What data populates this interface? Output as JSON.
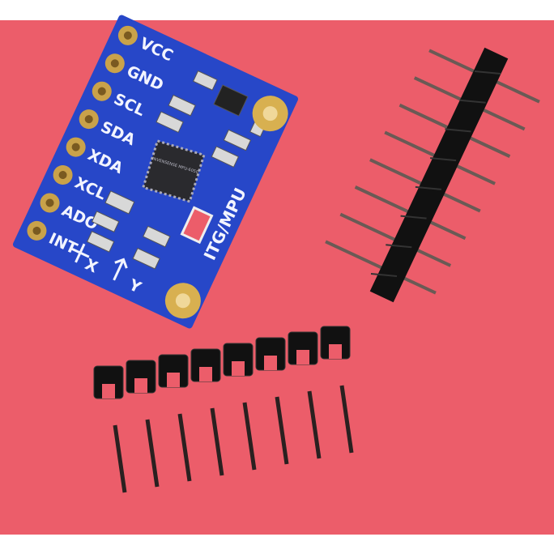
{
  "colors": {
    "background": "#ec5d6a",
    "board": "#2747c8",
    "pad": "#c9a24a",
    "header": "#111111",
    "pin": "#6a5a55"
  },
  "board": {
    "pin_labels": [
      "VCC",
      "GND",
      "SCL",
      "SDA",
      "XDA",
      "XCL",
      "ADO",
      "INT"
    ],
    "side_label": "ITG/MPU",
    "axis_x": "X",
    "axis_y": "Y",
    "chip_marking": "INVENSENSE MPU-6050"
  },
  "headers": {
    "pin_count": 8
  }
}
